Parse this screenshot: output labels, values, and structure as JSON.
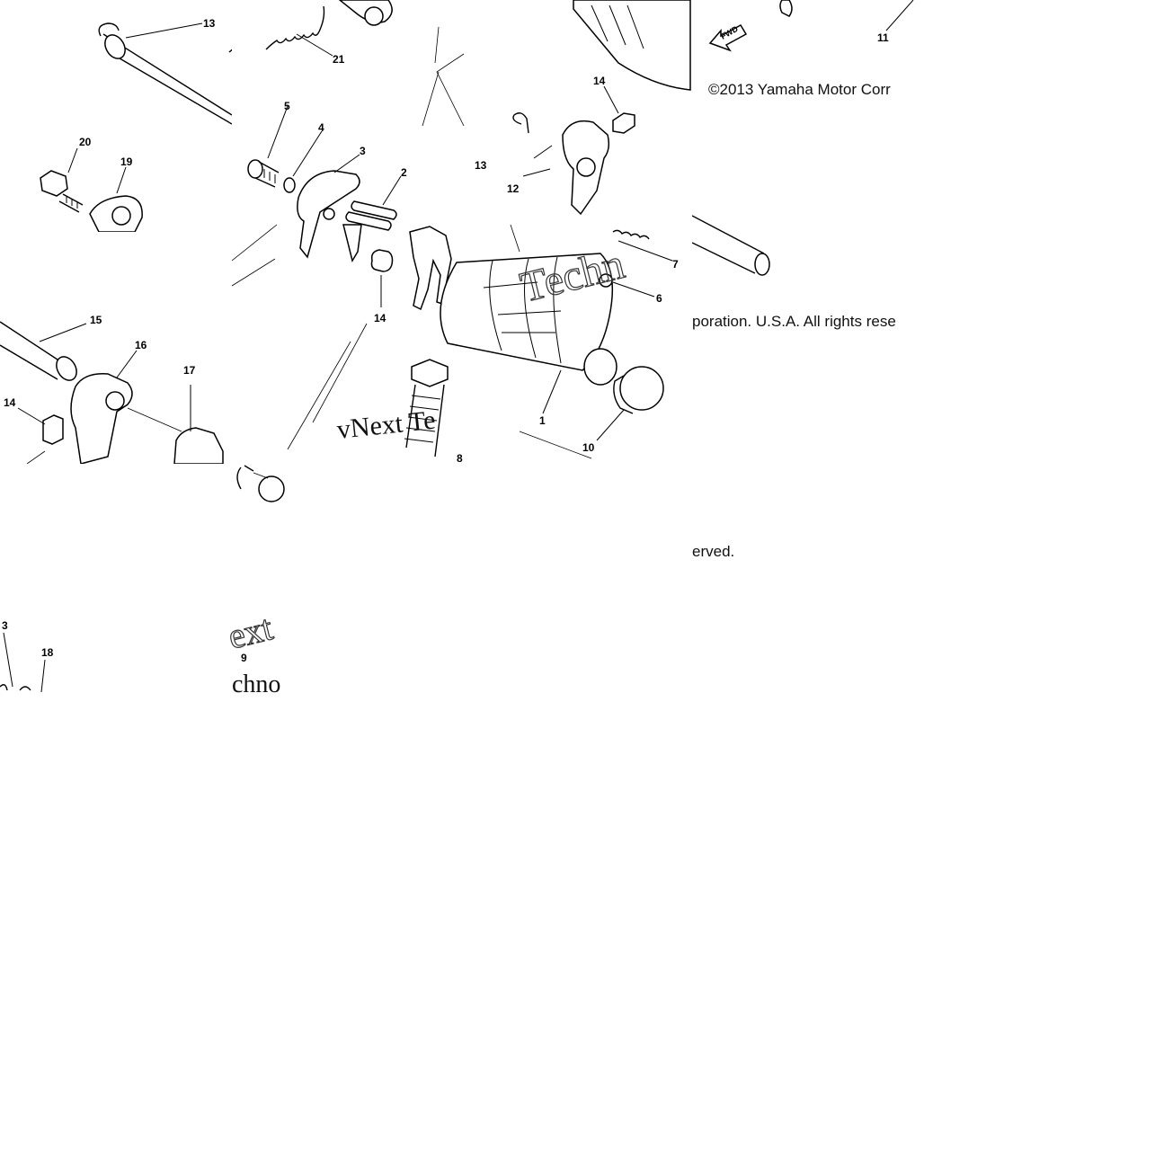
{
  "copyright_line1": "©2013 Yamaha Motor Corr",
  "copyright_line2": "poration. U.S.A. All rights rese",
  "copyright_line3": "erved.",
  "fwd_label": "FWD",
  "watermark": {
    "line_a": "vNext Te",
    "line_b": "Techn",
    "line_c": "ext",
    "line_d": "chno"
  },
  "callouts": {
    "c1": "1",
    "c2": "2",
    "c3": "3",
    "c3b": "3",
    "c4": "4",
    "c5": "5",
    "c6": "6",
    "c7": "7",
    "c8": "8",
    "c9": "9",
    "c10": "10",
    "c11": "11",
    "c12": "12",
    "c13": "13",
    "c13b": "13",
    "c14a": "14",
    "c14b": "14",
    "c14c": "14",
    "c15": "15",
    "c16": "16",
    "c17": "17",
    "c18": "18",
    "c19": "19",
    "c20": "20",
    "c21": "21"
  }
}
